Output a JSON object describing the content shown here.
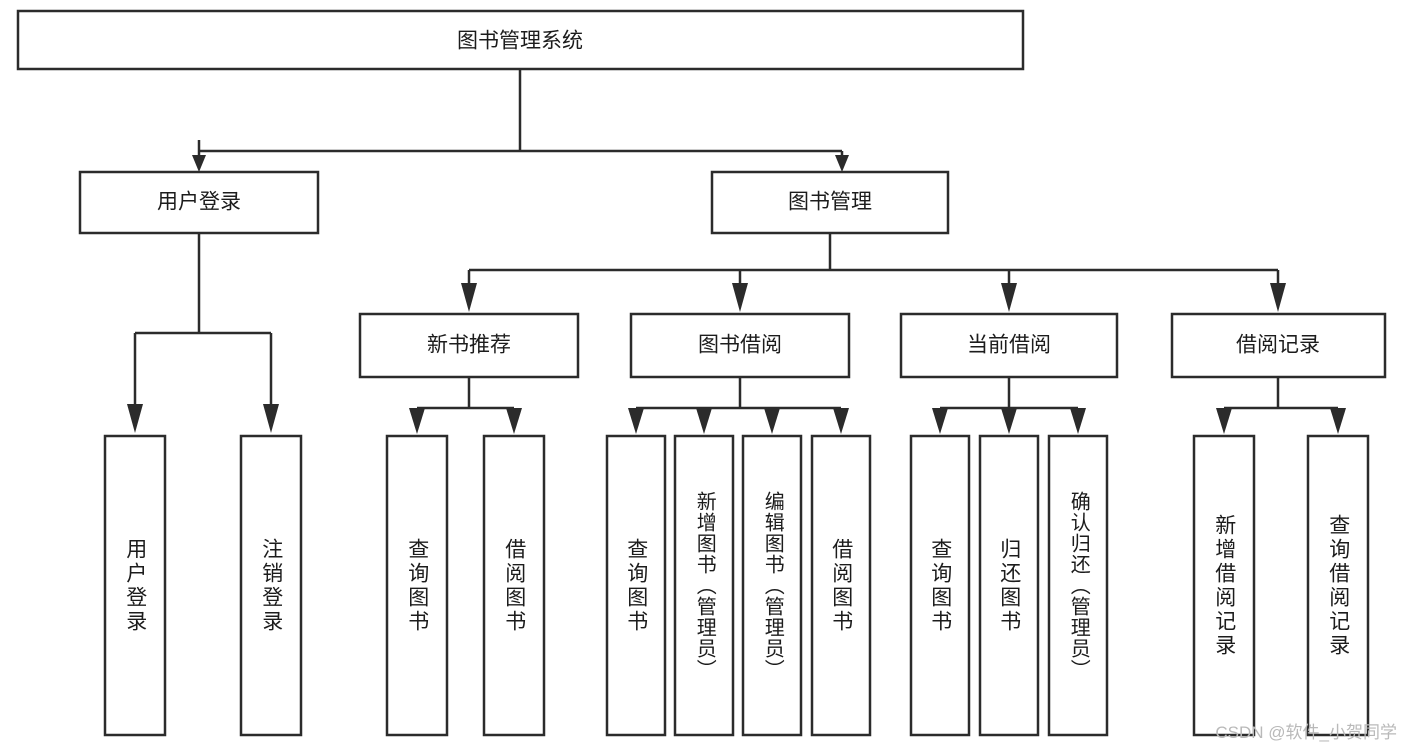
{
  "diagram": {
    "type": "tree",
    "title": "图书管理系统",
    "root": {
      "label": "图书管理系统"
    },
    "level2": [
      {
        "label": "用户登录"
      },
      {
        "label": "图书管理"
      }
    ],
    "level3": [
      {
        "label": "新书推荐"
      },
      {
        "label": "图书借阅"
      },
      {
        "label": "当前借阅"
      },
      {
        "label": "借阅记录"
      }
    ],
    "leaves": {
      "user_login": [
        {
          "label": "用户登录"
        },
        {
          "label": "注销登录"
        }
      ],
      "new_book_recommend": [
        {
          "label": "查询图书"
        },
        {
          "label": "借阅图书"
        }
      ],
      "book_borrow": [
        {
          "label": "查询图书"
        },
        {
          "label": "新增图书（管理员）"
        },
        {
          "label": "编辑图书（管理员）"
        },
        {
          "label": "借阅图书"
        }
      ],
      "current_borrow": [
        {
          "label": "查询图书"
        },
        {
          "label": "归还图书"
        },
        {
          "label": "确认归还（管理员）"
        }
      ],
      "borrow_record": [
        {
          "label": "新增借阅记录"
        },
        {
          "label": "查询借阅记录"
        }
      ]
    }
  },
  "watermark": {
    "text": "CSDN @软件_小贺同学"
  },
  "colors": {
    "stroke": "#2b2b2b",
    "fill": "#ffffff",
    "text": "#1c1c1c",
    "watermark": "#b9b9b9"
  }
}
